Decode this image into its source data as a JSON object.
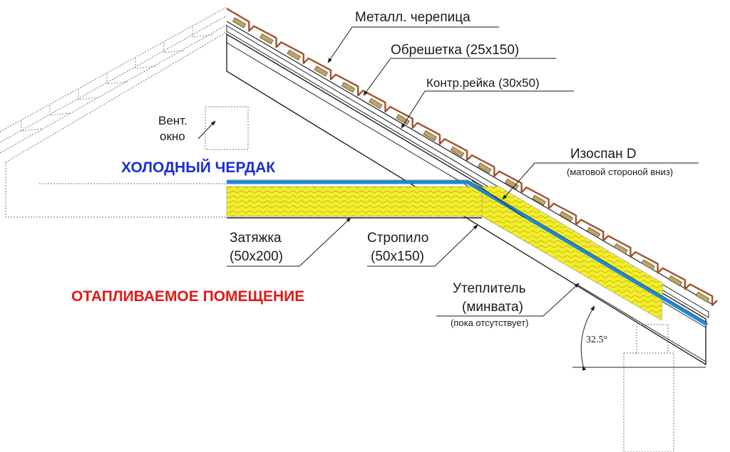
{
  "labels": {
    "metal_tile": "Металл. черепица",
    "battens": "Обрешетка (25х150)",
    "counter_batten": "Контр.рейка (30х50)",
    "vent_line1": "Вент.",
    "vent_line2": "окно",
    "cold_attic": "ХОЛОДНЫЙ ЧЕРДАК",
    "membrane_title": "Изоспан D",
    "membrane_note": "(матовой стороной вниз)",
    "tie_line1": "Затяжка",
    "tie_line2": "(50х200)",
    "rafter_line1": "Стропило",
    "rafter_line2": "(50х150)",
    "heated_room": "ОТАПЛИВАЕМОЕ ПОМЕЩЕНИЕ",
    "insul_line1": "Утеплитель",
    "insul_line2": "(минвата)",
    "insul_note": "(пока отсутствует)",
    "angle": "32.5°"
  },
  "colors": {
    "membrane": "#1e88d6",
    "insulation": "#f2ee2a",
    "tile": "#a0522d",
    "batten": "#c4a35a",
    "cold_attic_text": "#1b2fd1",
    "heated_room_text": "#e01818"
  }
}
